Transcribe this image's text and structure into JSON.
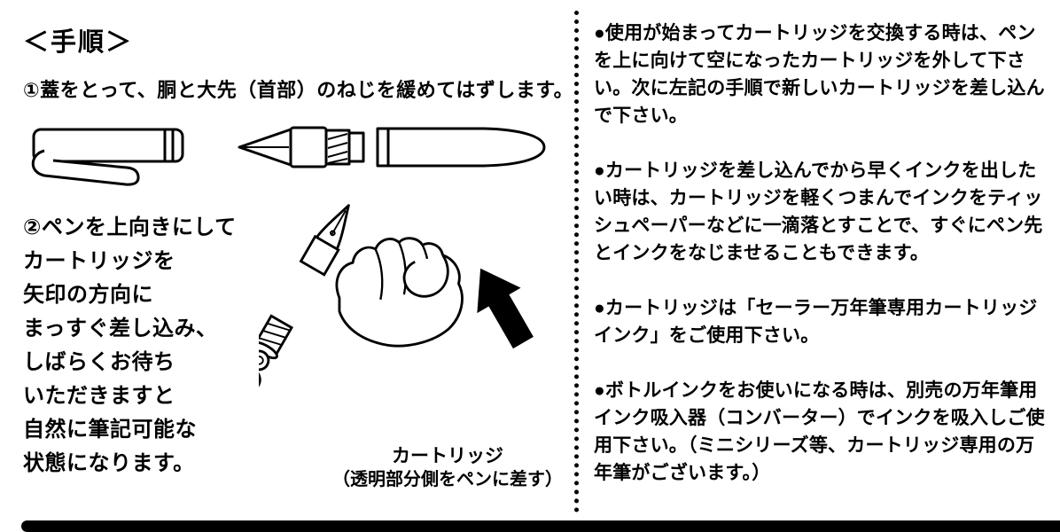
{
  "left": {
    "title": "＜手順＞",
    "step1": "①蓋をとって、胴と大先（首部）のねじを緩めてはずします。",
    "step2_lines": [
      "②ペンを上向きにして",
      "カートリッジを",
      "矢印の方向に",
      "まっすぐ差し込み、",
      "しばらくお待ち",
      "いただきますと",
      "自然に筆記可能な",
      "状態になります。"
    ],
    "caption": {
      "line1": "カートリッジ",
      "line2": "（透明部分側をペンに差す）"
    }
  },
  "right": {
    "paragraphs": [
      "●使用が始まってカートリッジを交換する時は、ペンを上に向けて空になったカートリッジを外して下さい。次に左記の手順で新しいカートリッジを差し込んで下さい。",
      "●カートリッジを差し込んでから早くインクを出したい時は、カートリッジを軽くつまんでインクをティッシュペーパーなどに一滴落とすことで、すぐにペン先とインクをなじませることもできます。",
      "●カートリッジは「セーラー万年筆専用カートリッジインク」をご使用下さい。",
      "●ボトルインクをお使いになる時は、別売の万年筆用インク吸入器（コンバーター）でインクを吸入しご使用下さい。（ミニシリーズ等、カートリッジ専用の万年筆がございます。）"
    ]
  },
  "icons": {
    "insert_direction_arrow": "up-left-black-arrow",
    "cartridge_inner_arrow": "up-white-arrow"
  },
  "colors": {
    "text": "#000000",
    "cartridge_grey": "#9c9c9c",
    "cartridge_transparent_part": "#dedede"
  }
}
